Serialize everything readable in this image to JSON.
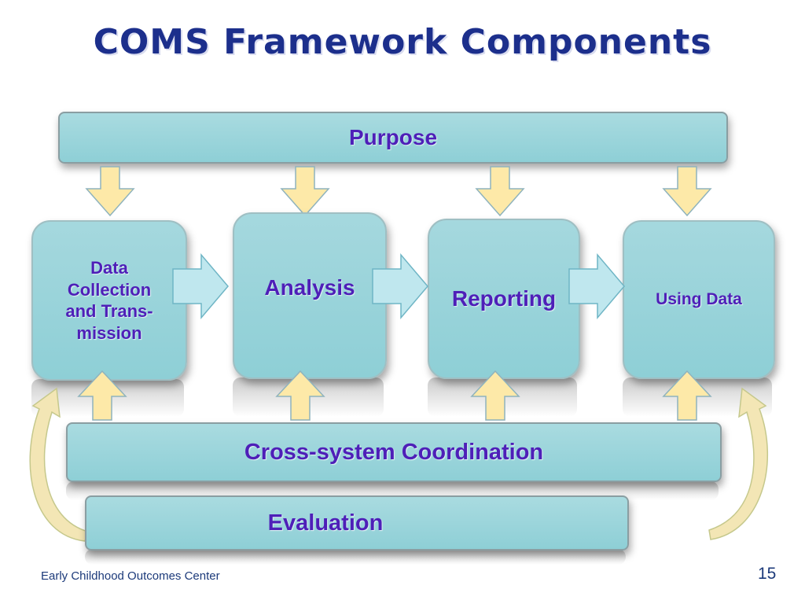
{
  "title": "COMS Framework Components",
  "purpose": "Purpose",
  "components": [
    {
      "label": "Data Collection and Trans-mission"
    },
    {
      "label": "Analysis"
    },
    {
      "label": "Reporting"
    },
    {
      "label": "Using Data"
    }
  ],
  "coordination": "Cross-system Coordination",
  "evaluation": "Evaluation",
  "footer": "Early Childhood Outcomes Center",
  "page_number": "15",
  "colors": {
    "title": "#1c2f8c",
    "box_fill": "#9ad3d9",
    "text_purple": "#4e1fb8",
    "arrow_yellow": "#fde9a8",
    "arrow_cyan": "#bfe7ee"
  }
}
